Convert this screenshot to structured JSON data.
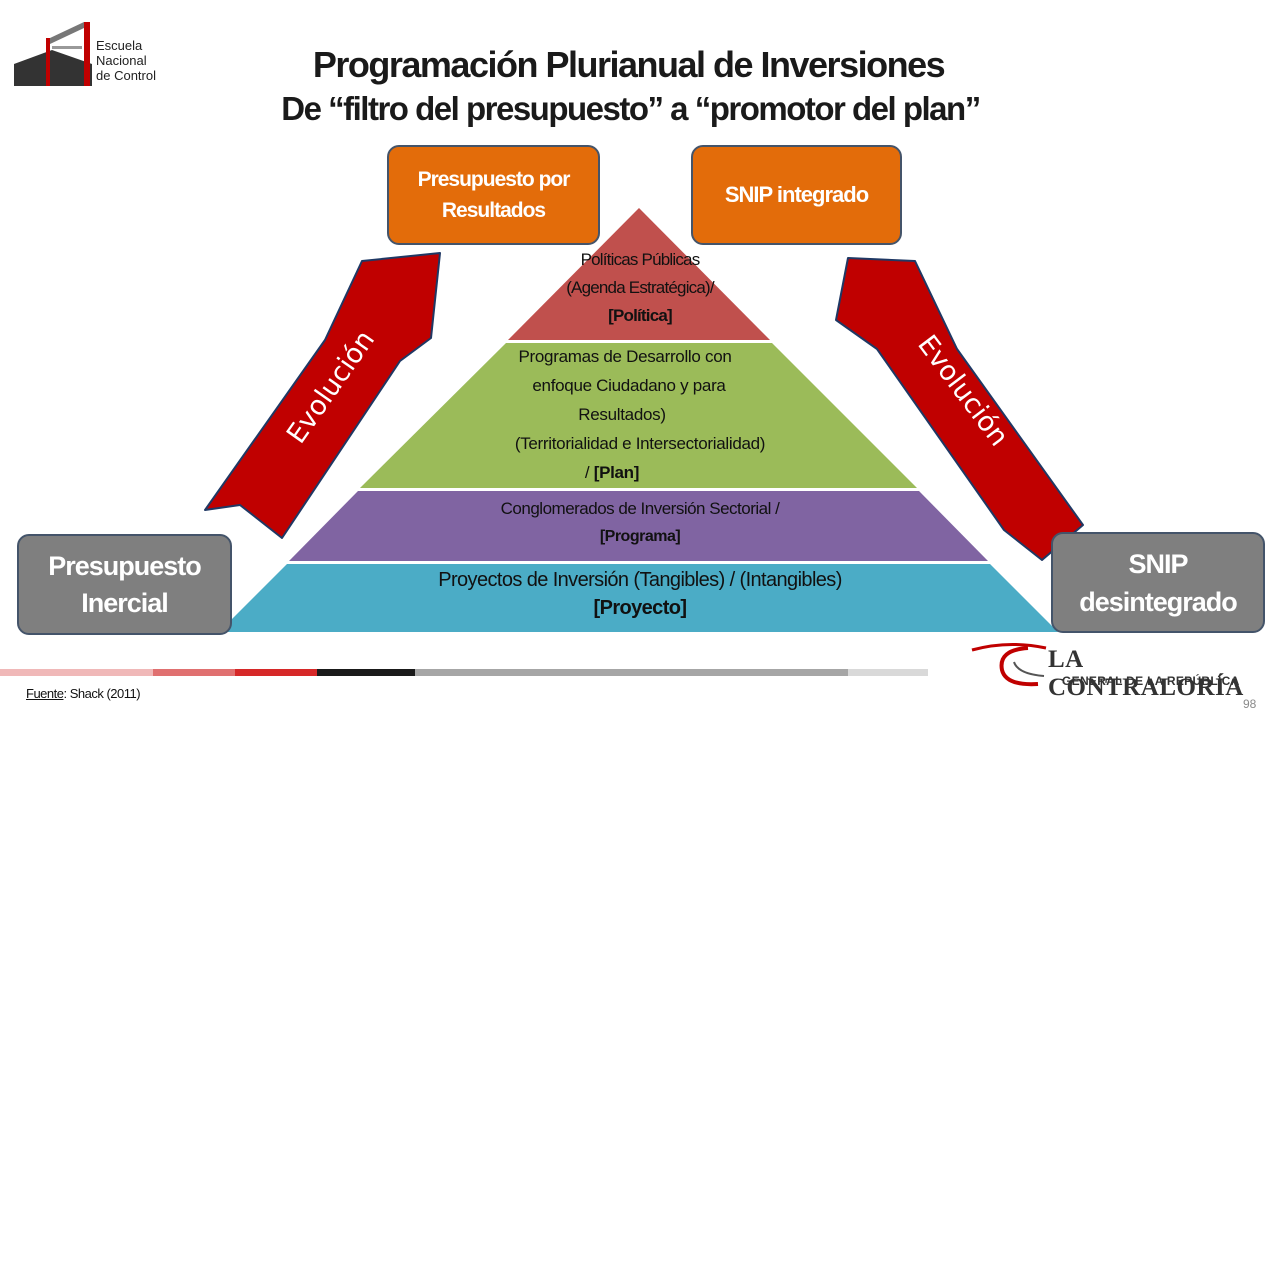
{
  "logo": {
    "line1": "Escuela",
    "line2": "Nacional",
    "line3": "de Control"
  },
  "title": {
    "line1": "Programación Plurianual de Inversiones",
    "line2": "De “filtro del presupuesto” a “promotor del plan”"
  },
  "boxes": {
    "top_left": {
      "line1": "Presupuesto por",
      "line2": "Resultados"
    },
    "top_right": "SNIP integrado",
    "bottom_left": {
      "line1": "Presupuesto",
      "line2": "Inercial"
    },
    "bottom_right": {
      "line1": "SNIP",
      "line2": "desintegrado"
    }
  },
  "arrows": {
    "left_label": "Evolución",
    "right_label": "Evolución"
  },
  "pyramid": {
    "level1": {
      "line1": "Políticas Públicas",
      "line2": "(Agenda Estratégica)/",
      "line3": "[Política]"
    },
    "level2": {
      "line1": "Programas de Desarrollo con",
      "line2": "enfoque Ciudadano y para",
      "line3": "Resultados)",
      "line4": "(Territorialidad e Intersectorialidad)",
      "line5_prefix": "/ ",
      "line5_bold": "[Plan]"
    },
    "level3": {
      "line1": "Conglomerados de Inversión Sectorial /",
      "line2": "[Programa]"
    },
    "level4": {
      "line1": "Proyectos de Inversión (Tangibles) / (Intangibles)",
      "line2": "[Proyecto]"
    }
  },
  "colors": {
    "level1": "#c0504d",
    "level2": "#9bbb59",
    "level3": "#8064a2",
    "level4": "#4bacc6",
    "arrow": "#c00000",
    "orange_box": "#e36c0a",
    "gray_box": "#7f7f7f"
  },
  "footer": {
    "source_label": "Fuente",
    "source_text": ": Shack (2011)",
    "page_number": "98",
    "brand_line1": "LA CONTRALORÍA",
    "brand_line2": "GENERAL DE LA REPÚBLICA"
  }
}
